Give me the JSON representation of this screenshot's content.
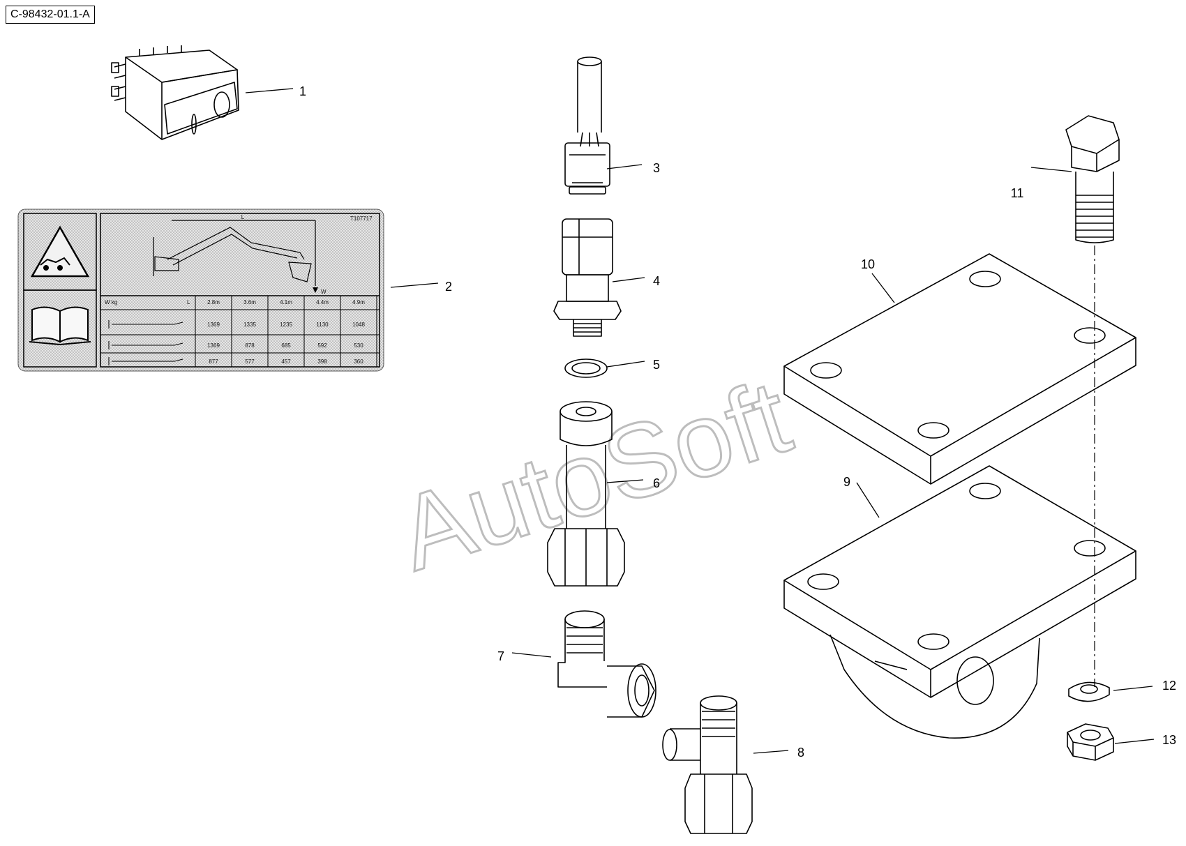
{
  "drawing_ref": "C-98432-01.1-A",
  "watermark": "AutoSoft",
  "callouts": [
    {
      "number": "1"
    },
    {
      "number": "2"
    },
    {
      "number": "3"
    },
    {
      "number": "4"
    },
    {
      "number": "5"
    },
    {
      "number": "6"
    },
    {
      "number": "7"
    },
    {
      "number": "8"
    },
    {
      "number": "9"
    },
    {
      "number": "10"
    },
    {
      "number": "11"
    },
    {
      "number": "12"
    },
    {
      "number": "13"
    }
  ],
  "decal": {
    "code": "T107717",
    "dim_label": "L",
    "weight_label": "W",
    "weight_header": "W kg",
    "length_header": "L",
    "columns": [
      "2.8m",
      "3.6m",
      "4.1m",
      "4.4m",
      "4.9m"
    ],
    "rows": [
      [
        "1369",
        "1335",
        "1235",
        "1130",
        "1048"
      ],
      [
        "1369",
        "878",
        "685",
        "592",
        "530"
      ],
      [
        "877",
        "577",
        "457",
        "398",
        "360"
      ]
    ]
  }
}
